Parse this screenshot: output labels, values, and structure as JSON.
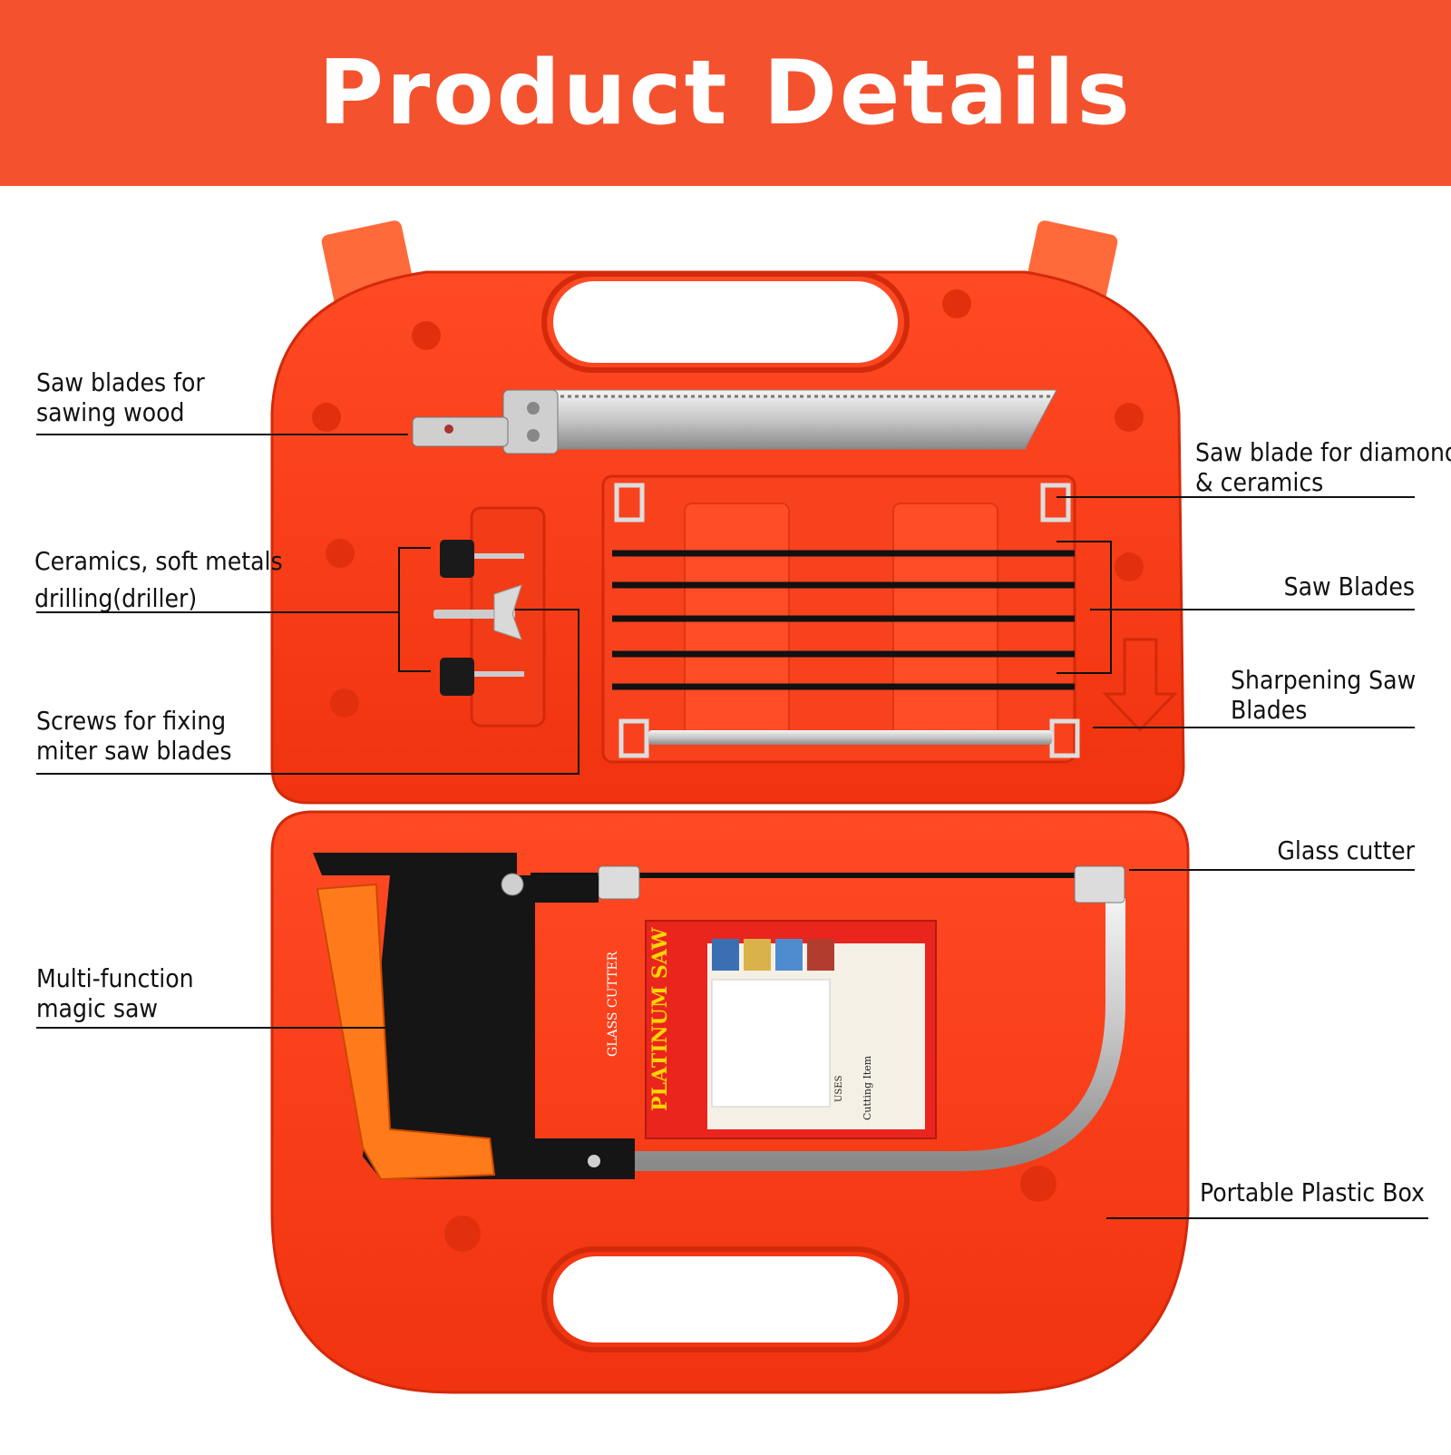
{
  "header": {
    "title": "Product Details"
  },
  "callouts": {
    "wood_saw_blades": "Saw blades for\nsawing wood",
    "diamond_blade": "Saw blade for diamonds\n& ceramics",
    "driller": "Ceramics, soft metals\ndrilling(driller)",
    "saw_blades": "Saw Blades",
    "sharpening_blades": "Sharpening Saw\nBlades",
    "screws": "Screws for fixing\nmiter saw blades",
    "glass_cutter": "Glass cutter",
    "magic_saw": "Multi-function\nmagic saw",
    "plastic_box": "Portable Plastic Box"
  },
  "box_label": {
    "brand": "PLATINUM SAW",
    "glass_cutter": "GLASS CUTTER",
    "uses": "USES",
    "cutting_item": "Cutting Item"
  },
  "colors": {
    "banner": "#f4522e",
    "case": "#ff3b1a",
    "case_shadow": "#d82a0c",
    "handle_orange": "#ff7a1a",
    "black": "#111111"
  }
}
